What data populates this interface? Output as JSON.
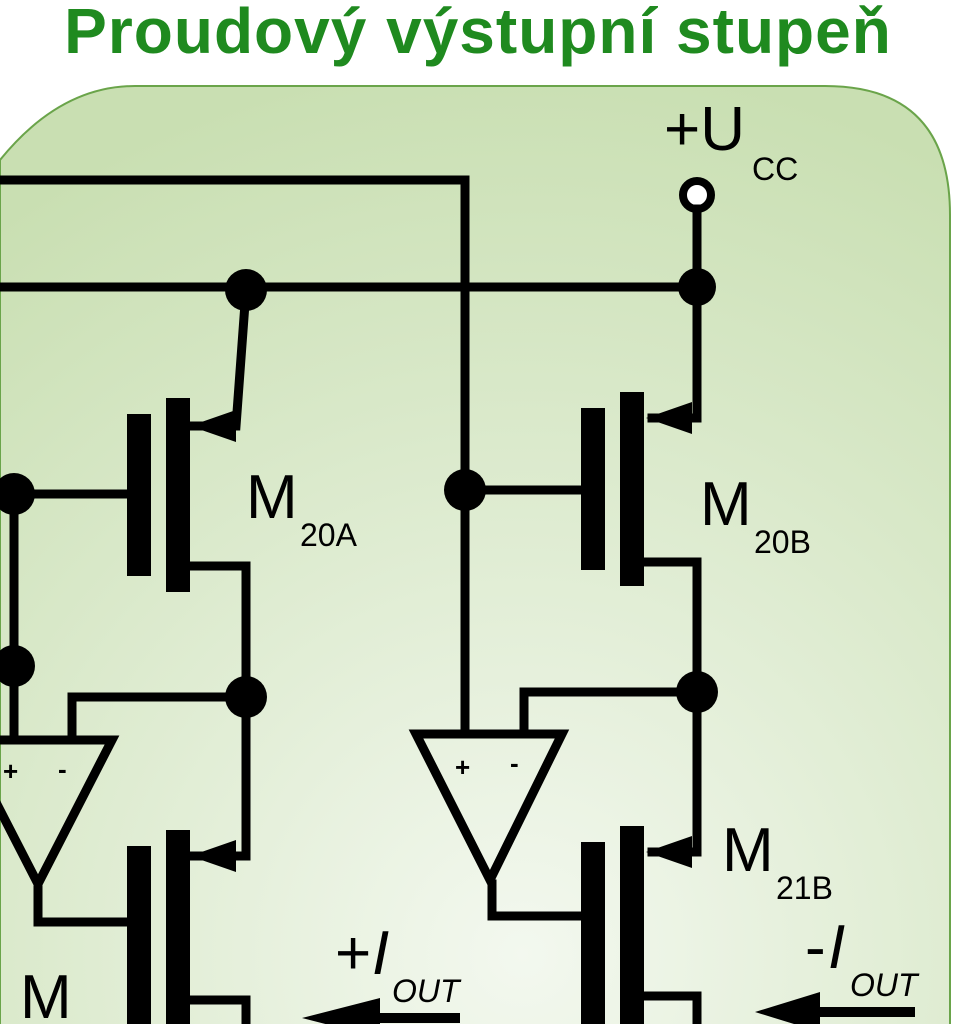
{
  "title": "Proudový výstupní stupeň",
  "colors": {
    "title": "#1f8a1f",
    "panel_light": "#f3f8ef",
    "panel_dark": "#c9dfb2",
    "panel_border": "#6aa44a",
    "wire": "#000000"
  },
  "labels": {
    "supply_main": "+U",
    "supply_sub": "CC",
    "m20a_main": "M",
    "m20a_sub": "20A",
    "m20b_main": "M",
    "m20b_sub": "20B",
    "m21b_main": "M",
    "m21b_sub": "21B",
    "m21a_main": "M",
    "iout_pos_sign": "+",
    "iout_pos_letter": "I",
    "iout_pos_sub": "OUT",
    "iout_neg_sign": "-",
    "iout_neg_letter": "I",
    "iout_neg_sub": "OUT",
    "opamp_plus": "+",
    "opamp_minus": "-"
  }
}
